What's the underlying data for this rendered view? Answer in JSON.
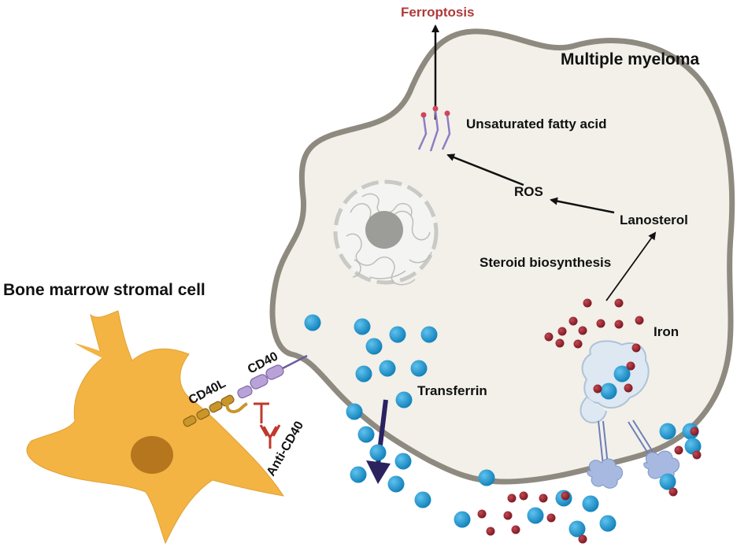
{
  "labels": {
    "ferroptosis": "Ferroptosis",
    "multiple_myeloma": "Multiple myeloma",
    "unsaturated_fatty_acid": "Unsaturated fatty acid",
    "ros": "ROS",
    "lanosterol": "Lanosterol",
    "steroid_biosynthesis": "Steroid biosynthesis",
    "iron": "Iron",
    "transferrin": "Transferrin",
    "bone_marrow_stromal_cell": "Bone marrow stromal cell",
    "cd40l": "CD40L",
    "cd40": "CD40",
    "anti_cd40": "Anti-CD40"
  },
  "colors": {
    "ferroptosis_text": "#b03a3a",
    "cell_fill": "#f2f0e9",
    "cell_border": "#8f8a80",
    "transferrin": "#1a8ec9",
    "iron": "#8c1c24",
    "stromal_cell": "#f3b443",
    "stromal_nucleus": "#b5761e",
    "cd40l": "#c9962a",
    "cd40": "#b8a2d8",
    "anti_cd40": "#c0392b",
    "receptor": "#7a8fc8",
    "transferrin_receptor": "#dde8f3",
    "big_arrow": "#2b2360"
  }
}
